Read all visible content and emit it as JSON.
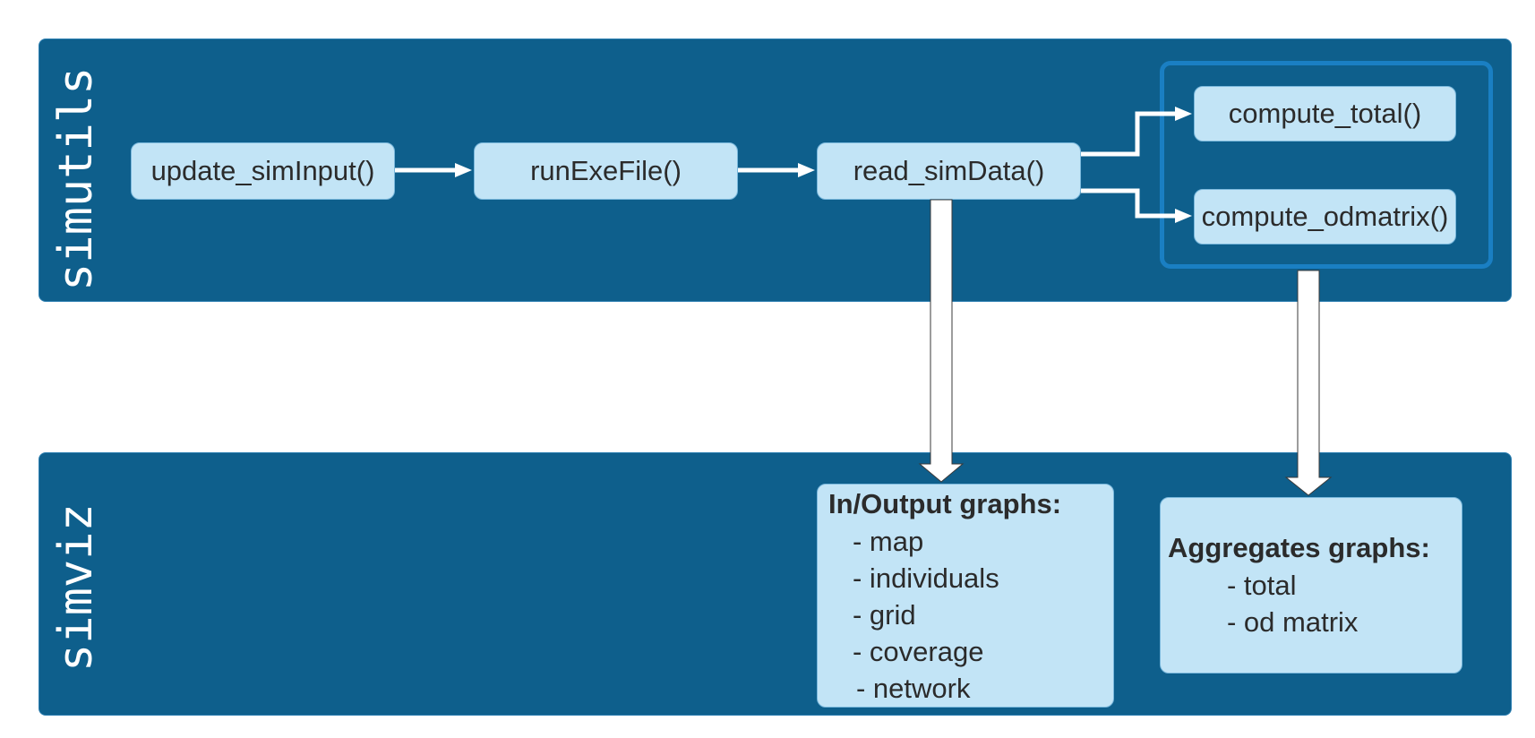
{
  "panels": {
    "top_label": "simutils",
    "bottom_label": "simviz"
  },
  "functions": {
    "update": "update_simInput()",
    "run": "runExeFile()",
    "read": "read_simData()",
    "total": "compute_total()",
    "odmatrix": "compute_odmatrix()"
  },
  "io_graphs": {
    "title": "In/Output graphs:",
    "items": [
      "- map",
      "- individuals",
      "- grid",
      "- coverage",
      "- network"
    ]
  },
  "agg_graphs": {
    "title": "Aggregates graphs:",
    "items": [
      "- total",
      "- od matrix"
    ]
  },
  "colors": {
    "panel": "#0e5f8c",
    "box": "#c2e4f6",
    "group_border": "#1a7fc3",
    "arrow": "#ffffff"
  }
}
